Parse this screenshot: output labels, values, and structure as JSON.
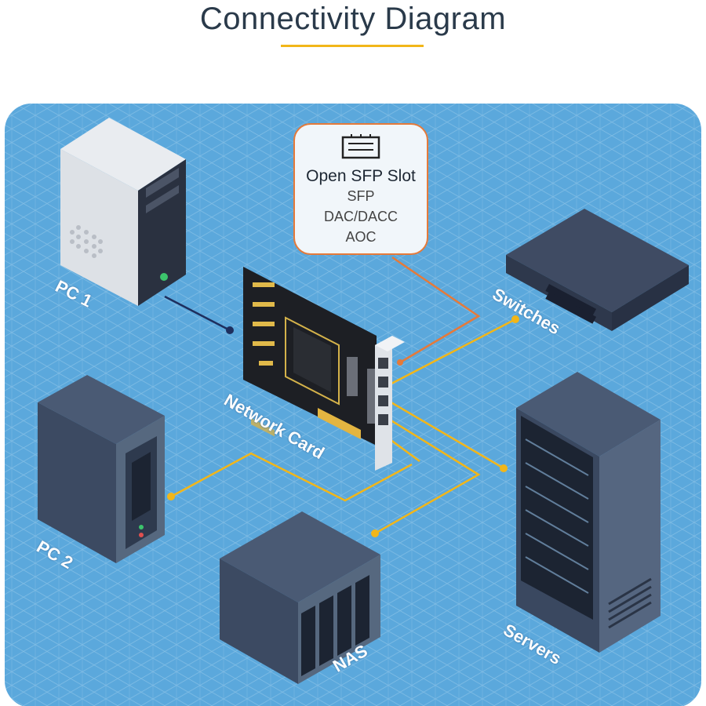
{
  "title": "Connectivity Diagram",
  "callout": {
    "title": "Open SFP Slot",
    "items": [
      "SFP",
      "DAC/DACC",
      "AOC"
    ],
    "icon": "sfp-module-icon"
  },
  "devices": {
    "pc1": "PC 1",
    "network_card": "Network Card",
    "switches": "Switches",
    "pc2": "PC 2",
    "nas": "NAS",
    "servers": "Servers"
  },
  "colors": {
    "background": "#5ba8dc",
    "grid": "#84c0e6",
    "link": "#f2b619",
    "sfp_link": "#e57a3a",
    "pc1_link": "#1e2f5e"
  }
}
